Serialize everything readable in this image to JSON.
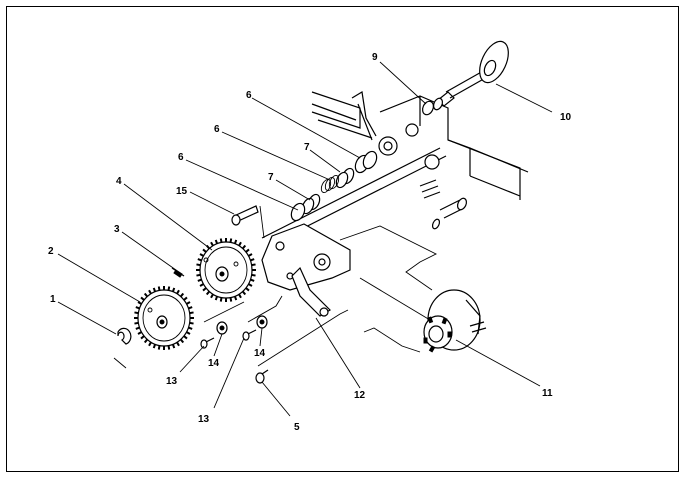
{
  "diagram": {
    "callouts": [
      {
        "id": "c1",
        "label": "1"
      },
      {
        "id": "c2",
        "label": "2"
      },
      {
        "id": "c3",
        "label": "3"
      },
      {
        "id": "c4",
        "label": "4"
      },
      {
        "id": "c5",
        "label": "5"
      },
      {
        "id": "c6a",
        "label": "6"
      },
      {
        "id": "c6b",
        "label": "6"
      },
      {
        "id": "c6c",
        "label": "6"
      },
      {
        "id": "c7a",
        "label": "7"
      },
      {
        "id": "c7b",
        "label": "7"
      },
      {
        "id": "c9",
        "label": "9"
      },
      {
        "id": "c10",
        "label": "10"
      },
      {
        "id": "c11",
        "label": "11"
      },
      {
        "id": "c12",
        "label": "12"
      },
      {
        "id": "c13a",
        "label": "13"
      },
      {
        "id": "c13b",
        "label": "13"
      },
      {
        "id": "c14a",
        "label": "14"
      },
      {
        "id": "c14b",
        "label": "14"
      },
      {
        "id": "c15",
        "label": "15"
      }
    ]
  }
}
